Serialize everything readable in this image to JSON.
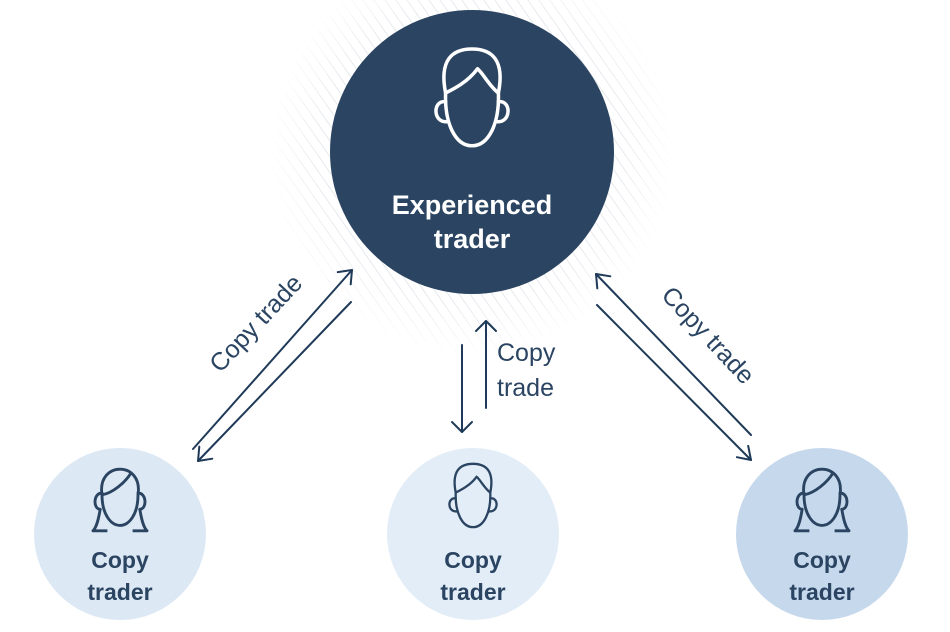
{
  "colors": {
    "primary": "#2a4462",
    "accent_dark": "#1f3a58",
    "copy_trader_left": "#dce8f4",
    "copy_trader_middle": "#e3edf7",
    "copy_trader_right": "#c5d8ec",
    "hatch": "#d7dce3"
  },
  "experienced": {
    "icon": "male-head-icon",
    "label_line1": "Experienced",
    "label_line2": "trader"
  },
  "links": {
    "left": {
      "label": "Copy trade"
    },
    "middle": {
      "label_line1": "Copy",
      "label_line2": "trade"
    },
    "right": {
      "label": "Copy trade"
    }
  },
  "copy_traders": [
    {
      "icon": "female-head-icon",
      "label_line1": "Copy",
      "label_line2": "trader"
    },
    {
      "icon": "male-head-icon",
      "label_line1": "Copy",
      "label_line2": "trader"
    },
    {
      "icon": "female-head-icon",
      "label_line1": "Copy",
      "label_line2": "trader"
    }
  ]
}
